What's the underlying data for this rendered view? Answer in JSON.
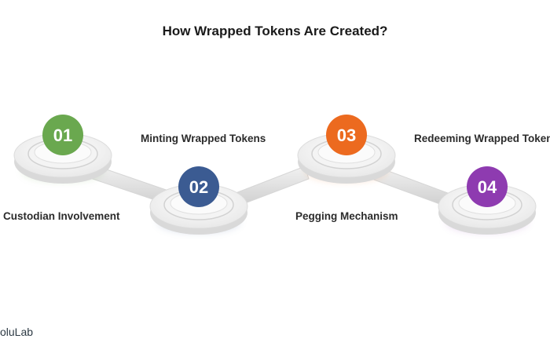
{
  "title": "How Wrapped Tokens Are Created?",
  "steps": [
    {
      "number": "01",
      "label": "Custodian Involvement",
      "color": "#6aa84f"
    },
    {
      "number": "02",
      "label": "Minting Wrapped Tokens",
      "color": "#3b5b92"
    },
    {
      "number": "03",
      "label": "Pegging Mechanism",
      "color": "#ec6a1f"
    },
    {
      "number": "04",
      "label": "Redeeming Wrapped Tokens",
      "color": "#8e3bb0"
    }
  ],
  "brand": "oluLab"
}
